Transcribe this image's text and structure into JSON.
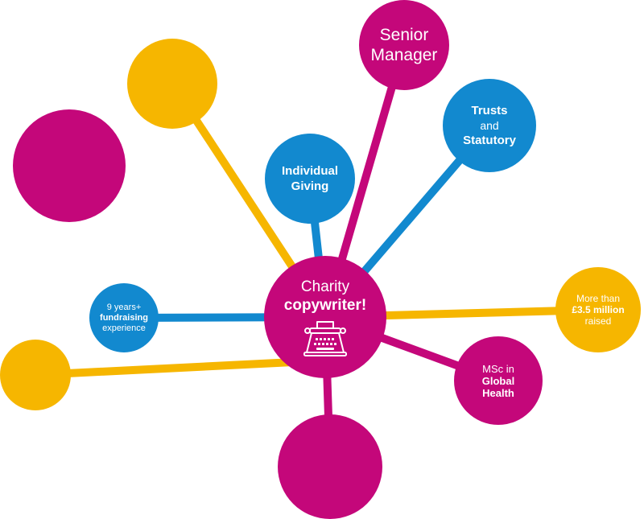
{
  "colors": {
    "pink": "#c4077a",
    "blue": "#1289cf",
    "yellow": "#f6b600",
    "text": "#ffffff"
  },
  "center": {
    "line1": "Charity",
    "line2": "copywriter!",
    "icon": "typewriter-icon"
  },
  "nodes": {
    "senior_manager": {
      "line1": "Senior",
      "line2": "Manager"
    },
    "trusts": {
      "line1": "Trusts",
      "line2": "and",
      "line3": "Statutory"
    },
    "individual_giving": {
      "line1": "Individual",
      "line2": "Giving"
    },
    "fundraising": {
      "line1": "9 years+",
      "line2": "fundraising",
      "line3": "experience"
    },
    "money": {
      "line1": "More than",
      "line2": "£3.5 million",
      "line3": "raised"
    },
    "msc": {
      "line1": "MSc in",
      "line2": "Global",
      "line3": "Health"
    }
  }
}
